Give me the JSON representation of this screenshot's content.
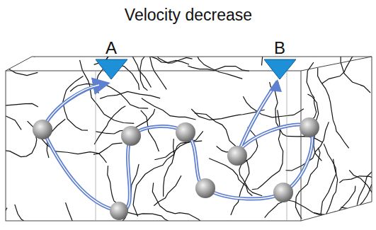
{
  "diagram": {
    "title": "Velocity decrease",
    "labels": [
      "A",
      "B"
    ]
  }
}
